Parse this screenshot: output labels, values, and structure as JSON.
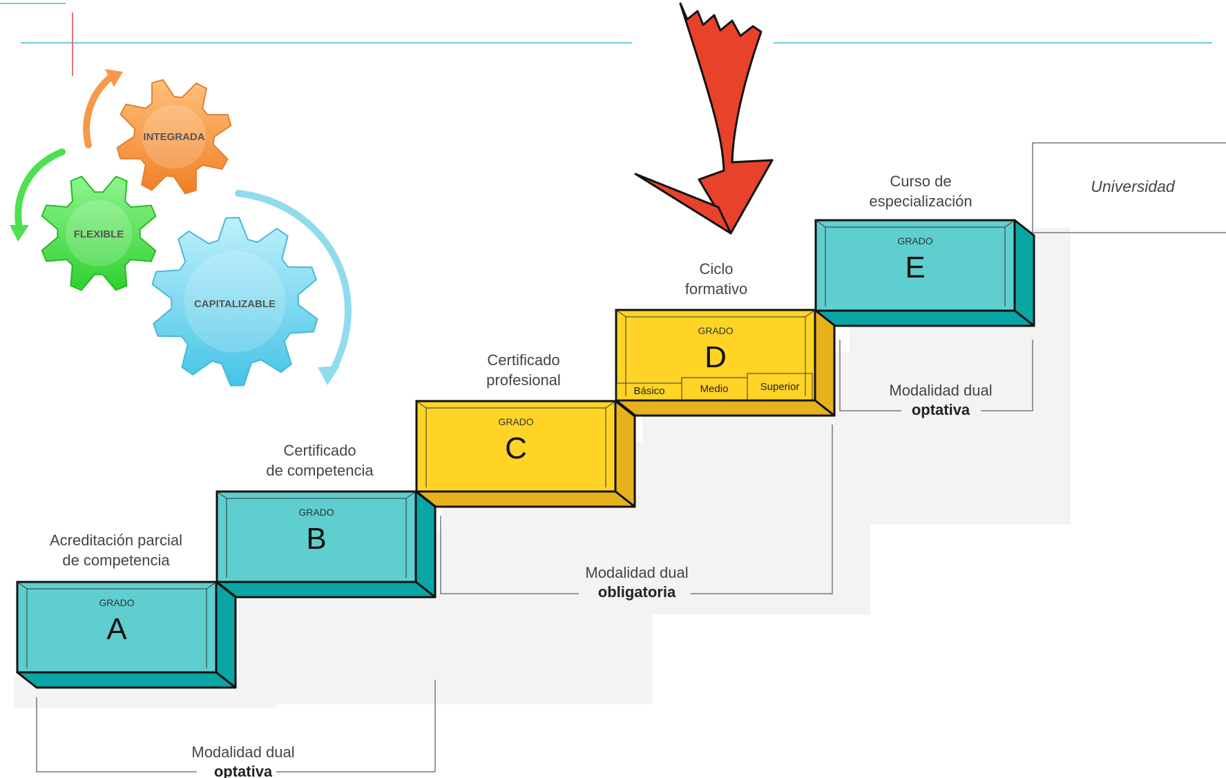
{
  "gears": [
    {
      "label": "INTEGRADA",
      "color": "#f59a4a"
    },
    {
      "label": "FLEXIBLE",
      "color": "#4fe04f"
    },
    {
      "label": "CAPITALIZABLE",
      "color": "#7fd8f0"
    }
  ],
  "steps": [
    {
      "grade_word": "GRADO",
      "letter": "A",
      "caption": [
        "Acreditación parcial",
        "de competencia"
      ],
      "color": "teal"
    },
    {
      "grade_word": "GRADO",
      "letter": "B",
      "caption": [
        "Certificado",
        "de competencia"
      ],
      "color": "teal"
    },
    {
      "grade_word": "GRADO",
      "letter": "C",
      "caption": [
        "Certificado",
        "profesional"
      ],
      "color": "yellow"
    },
    {
      "grade_word": "GRADO",
      "letter": "D",
      "caption": [
        "Ciclo",
        "formativo"
      ],
      "color": "yellow"
    },
    {
      "grade_word": "GRADO",
      "letter": "E",
      "caption": [
        "Curso de",
        "especialización"
      ],
      "color": "teal"
    }
  ],
  "sublevels": [
    "Básico",
    "Medio",
    "Superior"
  ],
  "university": "Universidad",
  "modalities": [
    {
      "line1": "Modalidad dual",
      "line2": "optativa"
    },
    {
      "line1": "Modalidad dual",
      "line2": "obligatoria"
    },
    {
      "line1": "Modalidad dual",
      "line2": "optativa"
    }
  ],
  "colors": {
    "teal_front": "#5ecece",
    "teal_side": "#0aa5a5",
    "yellow_front": "#ffd427",
    "yellow_side": "#e6b21c",
    "arrow": "#e8422a",
    "accent_line": "#6ccad6"
  }
}
